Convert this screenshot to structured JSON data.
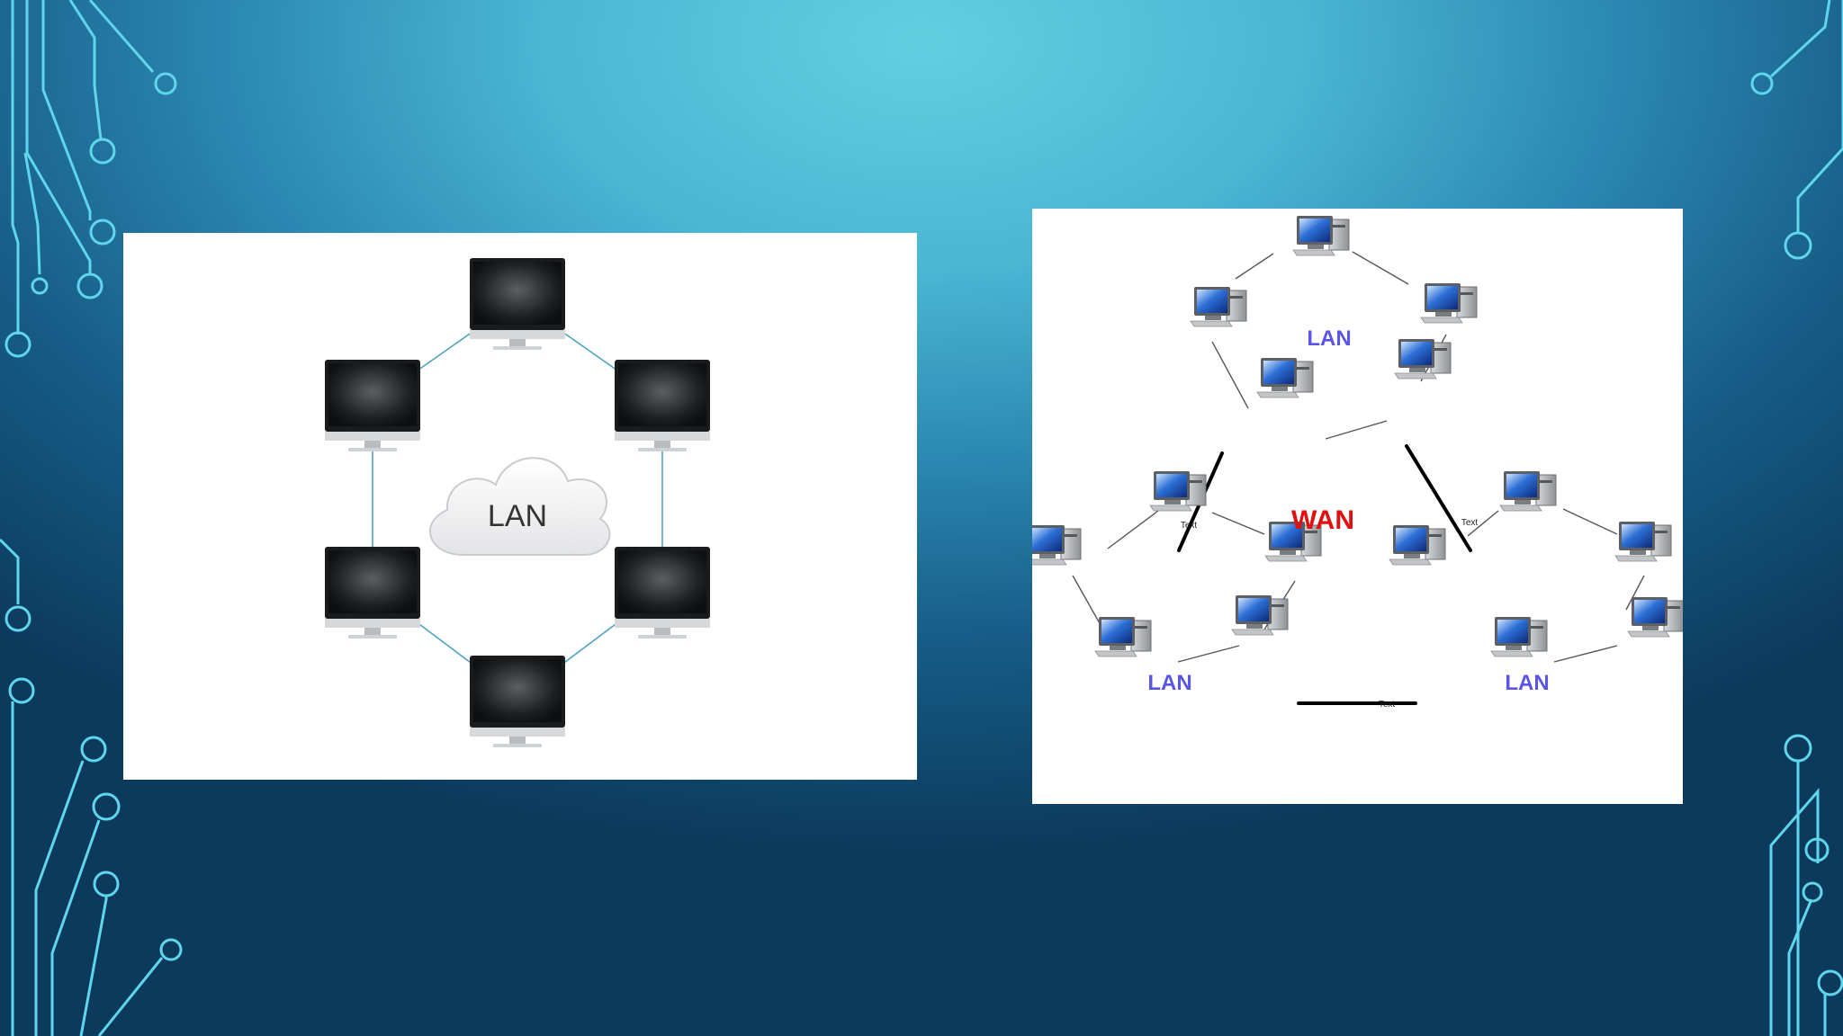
{
  "slide": {
    "background_colors": [
      "#62cfe1",
      "#2b87b1",
      "#0c3a5d"
    ],
    "decoration_icon": "circuit-board-traces"
  },
  "lan_ring_diagram": {
    "cloud_label": "LAN",
    "node_icon": "imac-monitor-icon",
    "node_count": 6
  },
  "wan_diagram": {
    "wan_label": "WAN",
    "wan_label_color": "#e01010",
    "lan_labels": [
      "LAN",
      "LAN",
      "LAN"
    ],
    "lan_label_color": "#5a55e6",
    "link_labels": [
      "Text",
      "Text",
      "Text"
    ],
    "node_icon": "desktop-computer-icon"
  }
}
